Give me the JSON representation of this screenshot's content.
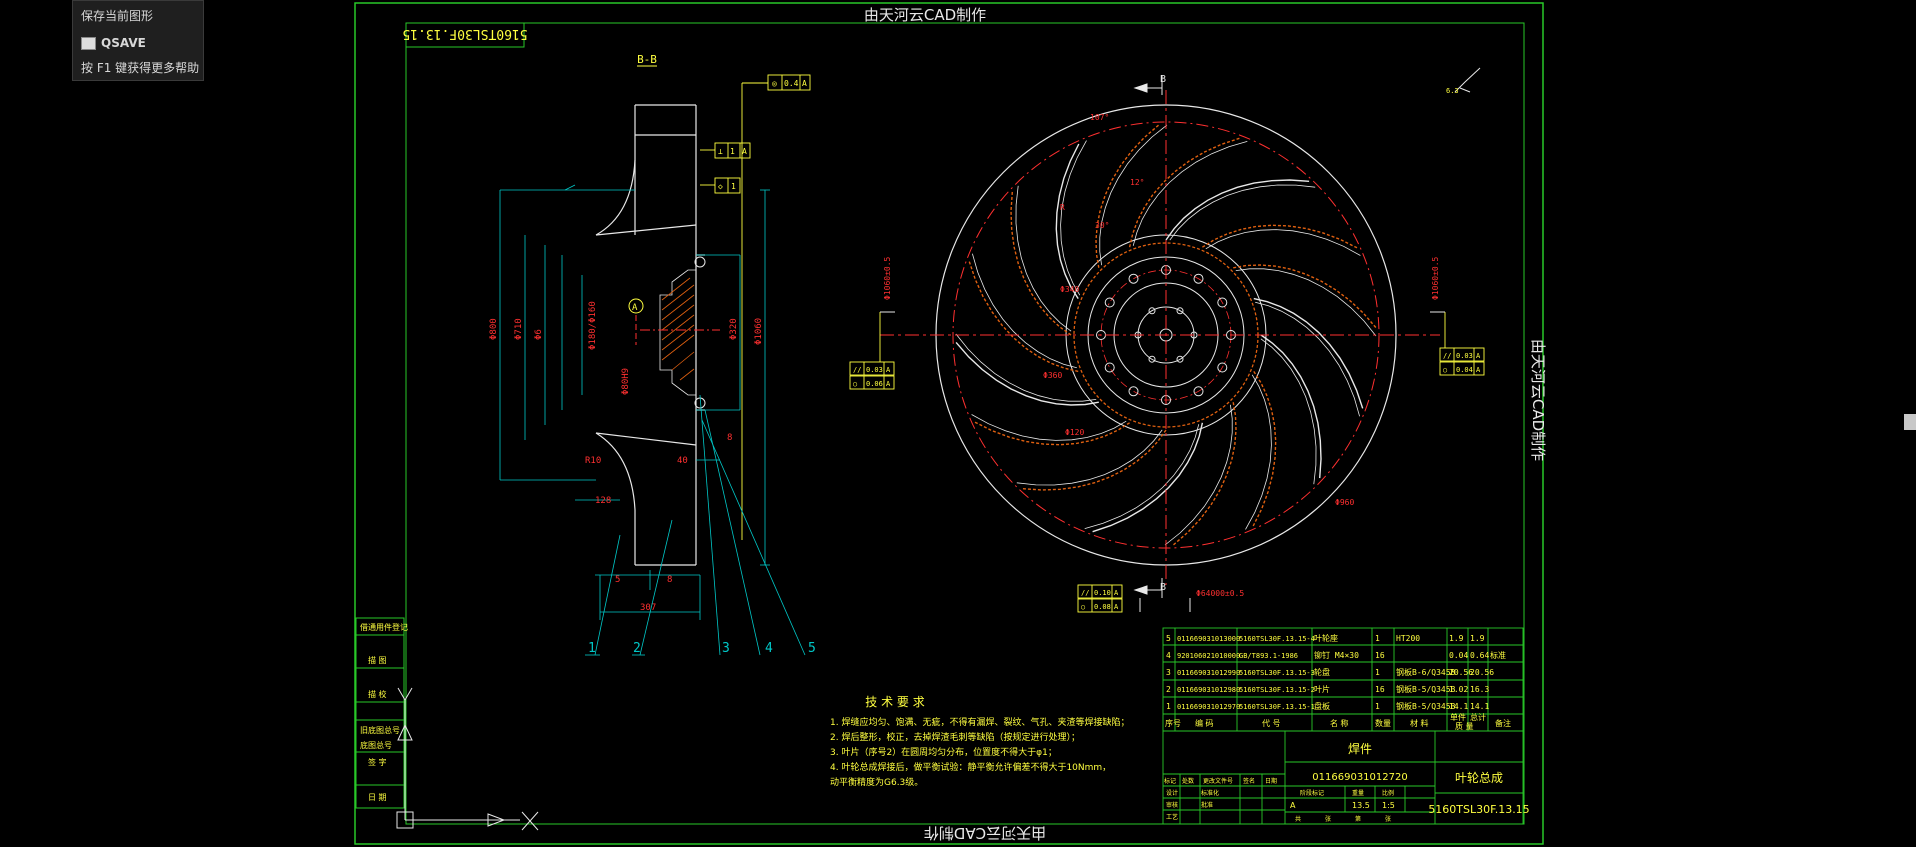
{
  "tooltip": {
    "title": "保存当前图形",
    "command": "QSAVE",
    "help": "按 F1 键获得更多帮助"
  },
  "watermark": {
    "top": "由天河云CAD制作",
    "bottom": "由天河云CAD制作",
    "side": "由天河云CAD制作"
  },
  "drawing_number_box": "5160TSL30F.13.15",
  "section_label": "B-B",
  "view_label": "B",
  "balloons": [
    "1",
    "2",
    "3",
    "4",
    "5"
  ],
  "left_block": [
    "借通用件登记",
    "描  图",
    "描  校",
    "旧底图总号",
    "底图总号",
    "签  字",
    "日  期"
  ],
  "tech_req": {
    "title": "技 术 要 求",
    "lines": [
      "1. 焊缝应均匀、饱满、无疵，不得有漏焊、裂纹、气孔、夹渣等焊接缺陷；",
      "2. 焊后整形，校正，去掉焊渣毛刺等缺陷（按规定进行处理）；",
      "3. 叶片（序号2）在圆周均匀分布，位置度不得大于φ1；",
      "4. 叶轮总成焊接后，做平衡试验：静平衡允许偏差不得大于10Nmm，",
      "   动平衡精度为G6.3级。"
    ]
  },
  "bom": {
    "rows": [
      [
        "5",
        "011669031013000",
        "5160TSL30F.13.15-4",
        "叶轮座",
        "1",
        "HT200",
        "1.9",
        "1.9",
        ""
      ],
      [
        "4",
        "920106021010000",
        "GB/T893.1-1986",
        "铆钉 M4×30",
        "16",
        "",
        "0.04",
        "0.64",
        "标准"
      ],
      [
        "3",
        "011669031012990",
        "5160TSL30F.13.15-3",
        "轮盘",
        "1",
        "钢板B-6/Q345B",
        "20.56",
        "20.56",
        ""
      ],
      [
        "2",
        "011669031012980",
        "5160TSL30F.13.15-2",
        "叶片",
        "16",
        "钢板B-5/Q345B",
        "1.02",
        "16.3",
        ""
      ],
      [
        "1",
        "011669031012970",
        "5160TSL30F.13.15-1",
        "盘板",
        "1",
        "钢板B-5/Q345B",
        "14.1",
        "14.1",
        ""
      ]
    ],
    "header": [
      "序号",
      "编  码",
      "代  号",
      "名  称",
      "数量",
      "材  料",
      "单件",
      "总计",
      "备注"
    ],
    "weight_label": "质  量"
  },
  "title_block": {
    "part_type": "焊件",
    "part_code": "011669031012720",
    "part_name": "叶轮总成",
    "drawing_no": "5160TSL30F.13.15",
    "scale": "1:5",
    "weight": "13.5",
    "sheet": "A",
    "labels": [
      "标记",
      "处数",
      "更改文件号",
      "签名",
      "日期",
      "设计",
      "审核",
      "工艺",
      "标准化",
      "批准",
      "阶段标记",
      "重量",
      "比例",
      "共",
      "张",
      "第",
      "张"
    ]
  },
  "colors": {
    "frame": "#28c828",
    "outline": "#e8e8e8",
    "centerline": "#ff3030",
    "hatch": "#e06010",
    "dimension": "#00c8c8",
    "dim_text": "#ff3030",
    "annotation": "#ffff40"
  }
}
